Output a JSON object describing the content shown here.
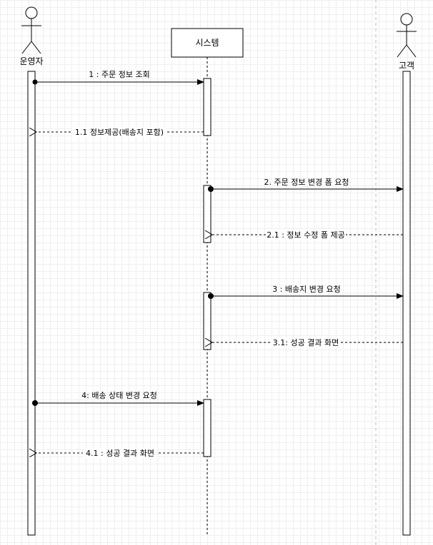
{
  "participants": {
    "operator": "운영자",
    "system": "시스템",
    "customer": "고객"
  },
  "messages": [
    {
      "id": "m1",
      "label": "1 : 주문 정보 조회"
    },
    {
      "id": "m1_1",
      "label": "1.1 정보제공(배송지 포함)"
    },
    {
      "id": "m2",
      "label": "2. 주문 정보 변경 폼 요청"
    },
    {
      "id": "m2_1",
      "label": "2.1 : 정보 수정 폼 제공"
    },
    {
      "id": "m3",
      "label": "3 : 배송지 변경 요청"
    },
    {
      "id": "m3_1",
      "label": "3.1: 성공 결과 화면"
    },
    {
      "id": "m4",
      "label": "4: 배송 상태 변경 요청"
    },
    {
      "id": "m4_1",
      "label": "4.1 : 성공 결과 화면"
    }
  ]
}
